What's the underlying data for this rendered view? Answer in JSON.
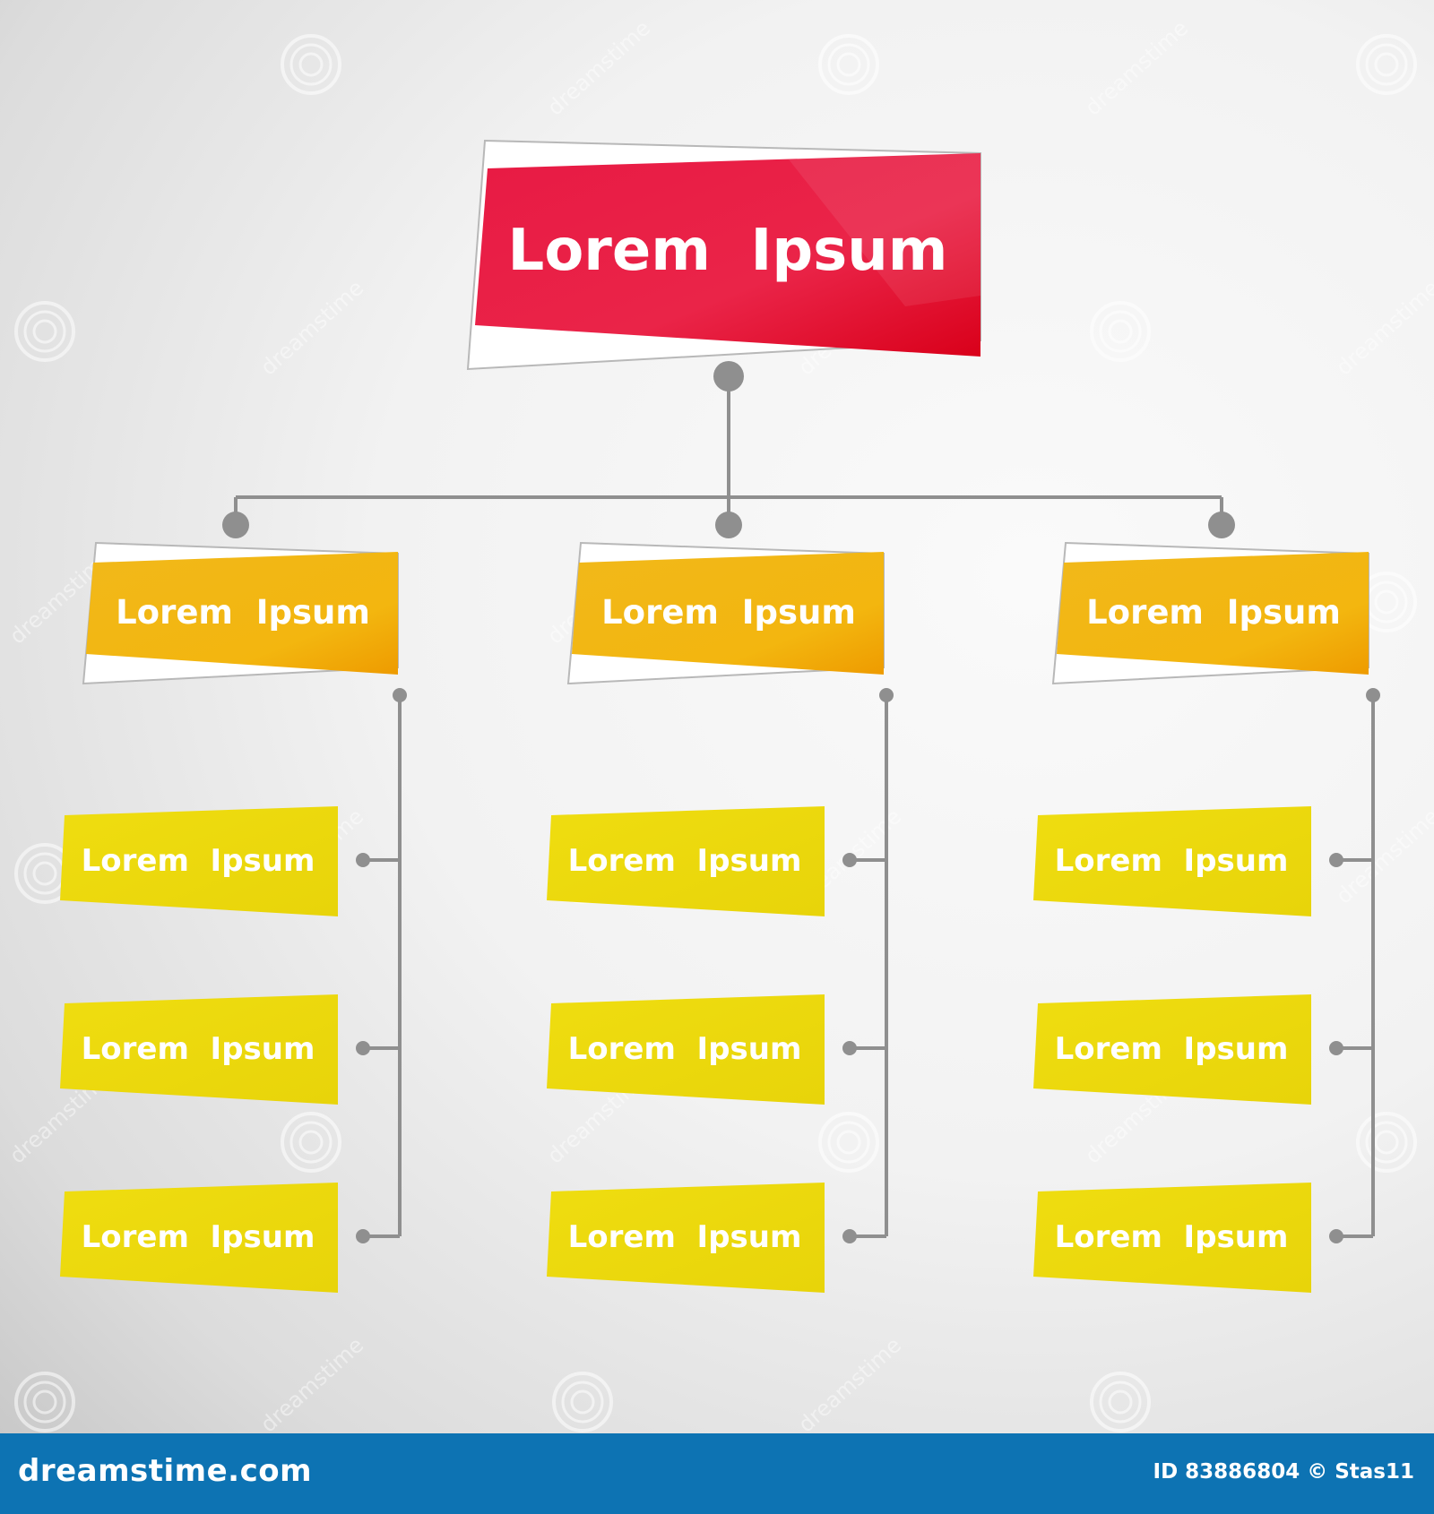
{
  "diagram": {
    "root": {
      "label": "Lorem  Ipsum"
    },
    "branches": [
      {
        "label": "Lorem  Ipsum",
        "children": [
          "Lorem  Ipsum",
          "Lorem  Ipsum",
          "Lorem  Ipsum"
        ]
      },
      {
        "label": "Lorem  Ipsum",
        "children": [
          "Lorem  Ipsum",
          "Lorem  Ipsum",
          "Lorem  Ipsum"
        ]
      },
      {
        "label": "Lorem  Ipsum",
        "children": [
          "Lorem  Ipsum",
          "Lorem  Ipsum",
          "Lorem  Ipsum"
        ]
      }
    ]
  },
  "watermark": {
    "text": "dreamstime"
  },
  "footer": {
    "brand": "dreamstime.com",
    "meta": "ID 83886804 © Stas11"
  },
  "colors": {
    "root": "#e8173f",
    "branch": "#f2b10c",
    "leaf": "#eedb0e",
    "connector": "#8f8f8f",
    "footer": "#0d73b3"
  }
}
